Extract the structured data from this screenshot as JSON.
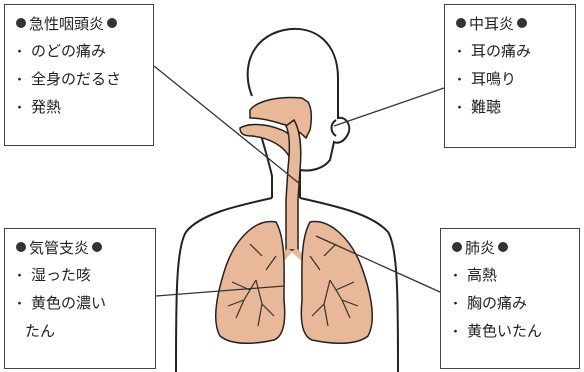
{
  "boxes": {
    "tonsillitis": {
      "title": "急性咽頭炎",
      "items": [
        "のどの痛み",
        "全身のだるさ",
        "発熱"
      ]
    },
    "otitis": {
      "title": "中耳炎",
      "items": [
        "耳の痛み",
        "耳鳴り",
        "難聴"
      ]
    },
    "bronchitis": {
      "title": "気管支炎",
      "items": [
        "湿った咳",
        "黄色の濃い",
        "たん"
      ]
    },
    "pneumonia": {
      "title": "肺炎",
      "items": [
        "高熱",
        "胸の痛み",
        "黄色いたん"
      ]
    }
  },
  "colors": {
    "airway": "#e8b898",
    "outline": "#222222",
    "line": "#333333"
  },
  "icons": {
    "title_marker": "filled-circle",
    "item_marker": "middle-dot"
  }
}
